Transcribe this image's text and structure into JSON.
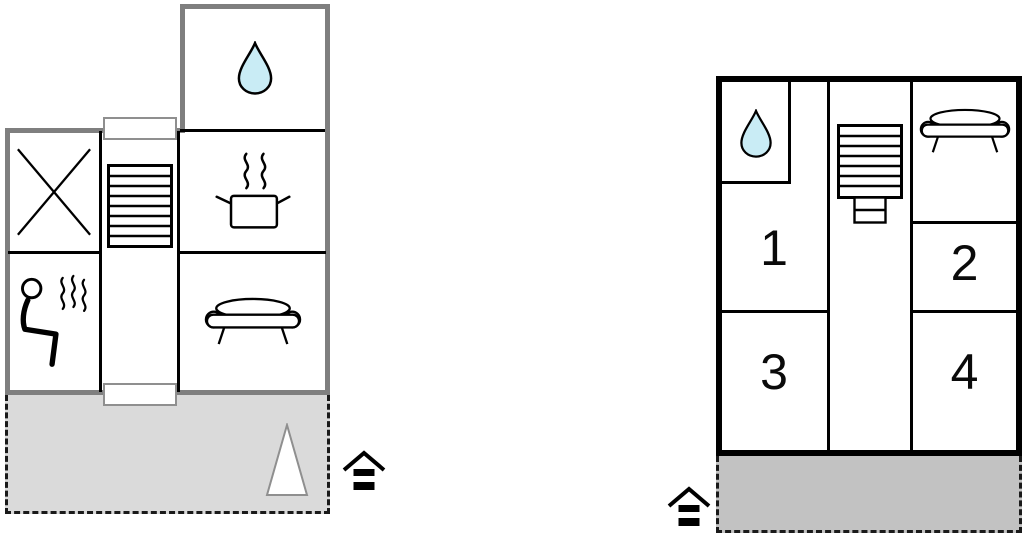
{
  "colors": {
    "background": "#ffffff",
    "inner_wall": "#000000",
    "outer_wall_left_plan": "#7f7f7f",
    "outer_wall_right_plan": "#000000",
    "terrace_left_fill": "#dadada",
    "terrace_right_fill": "#c2c2c2",
    "water_drop_fill": "#c9ecf5"
  },
  "left_plan": {
    "rooms": {
      "top_room": {
        "icon": "water-drop-icon"
      },
      "cross_room": {
        "icon": "cross-icon"
      },
      "stair_hall": {
        "icon": "stairs-icon"
      },
      "kitchen": {
        "icon": "cooking-pot-icon"
      },
      "sauna": {
        "icon": "sauna-person-icon"
      },
      "living_room": {
        "icon": "sofa-icon"
      }
    },
    "terrace": {
      "icon": "tree-icon"
    },
    "entrance": {
      "icon": "house-entrance-icon"
    }
  },
  "right_plan": {
    "rooms": {
      "bathroom": {
        "icon": "water-drop-icon"
      },
      "stair_hall": {
        "icon": "stairs-icon"
      },
      "lounge": {
        "icon": "sofa-icon"
      },
      "room1": {
        "label": "1"
      },
      "room2": {
        "label": "2"
      },
      "room3": {
        "label": "3"
      },
      "room4": {
        "label": "4"
      }
    },
    "entrance": {
      "icon": "house-entrance-icon"
    }
  }
}
